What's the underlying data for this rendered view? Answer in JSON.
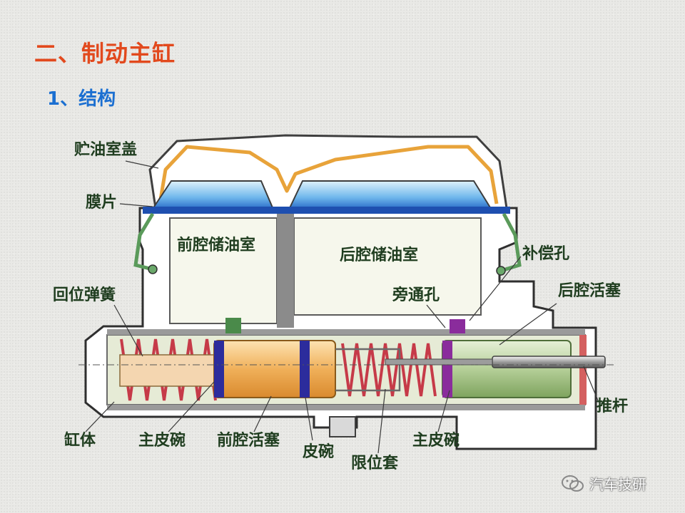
{
  "header": {
    "title": "二、制动主缸",
    "subtitle": "1、结构"
  },
  "labels": {
    "reservoir_cap": "贮油室盖",
    "diaphragm": "膜片",
    "front_reservoir": "前腔储油室",
    "rear_reservoir": "后腔储油室",
    "compensating_port": "补偿孔",
    "bypass_port": "旁通孔",
    "rear_piston": "后腔活塞",
    "return_spring": "回位弹簧",
    "push_rod": "推杆",
    "cylinder_body": "缸体",
    "primary_cup_front": "主皮碗",
    "front_piston": "前腔活塞",
    "cup": "皮碗",
    "stop_sleeve": "限位套",
    "primary_cup_rear": "主皮碗"
  },
  "watermark": {
    "text": "汽车技研",
    "icon": "wechat-icon"
  },
  "colors": {
    "title": "#e2491d",
    "subtitle": "#1b6fd1",
    "label": "#1f3d1f",
    "reservoir_fluid": "#1e5fc2",
    "cap": "#e8a33a",
    "cylinder_fluid": "#d6ddc0",
    "spring": "#c63a48",
    "piston": "#f0b05a"
  }
}
